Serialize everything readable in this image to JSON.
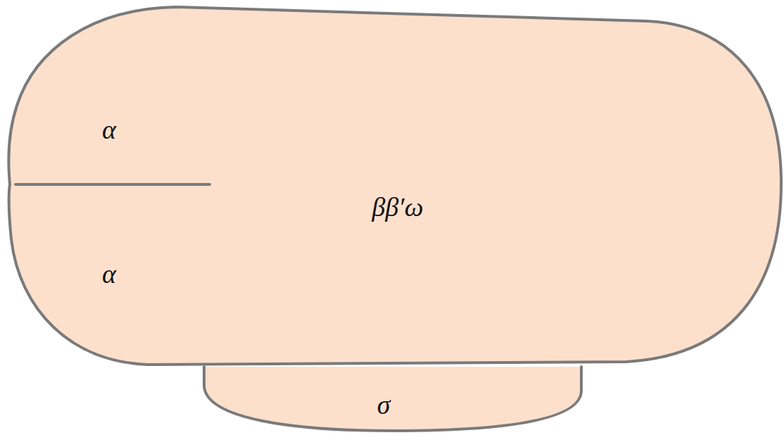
{
  "diagram": {
    "nodes": [
      {
        "text": [
          "α",
          "α",
          "ββ′ω"
        ]
      },
      {
        "text": [
          "σ"
        ]
      }
    ]
  }
}
